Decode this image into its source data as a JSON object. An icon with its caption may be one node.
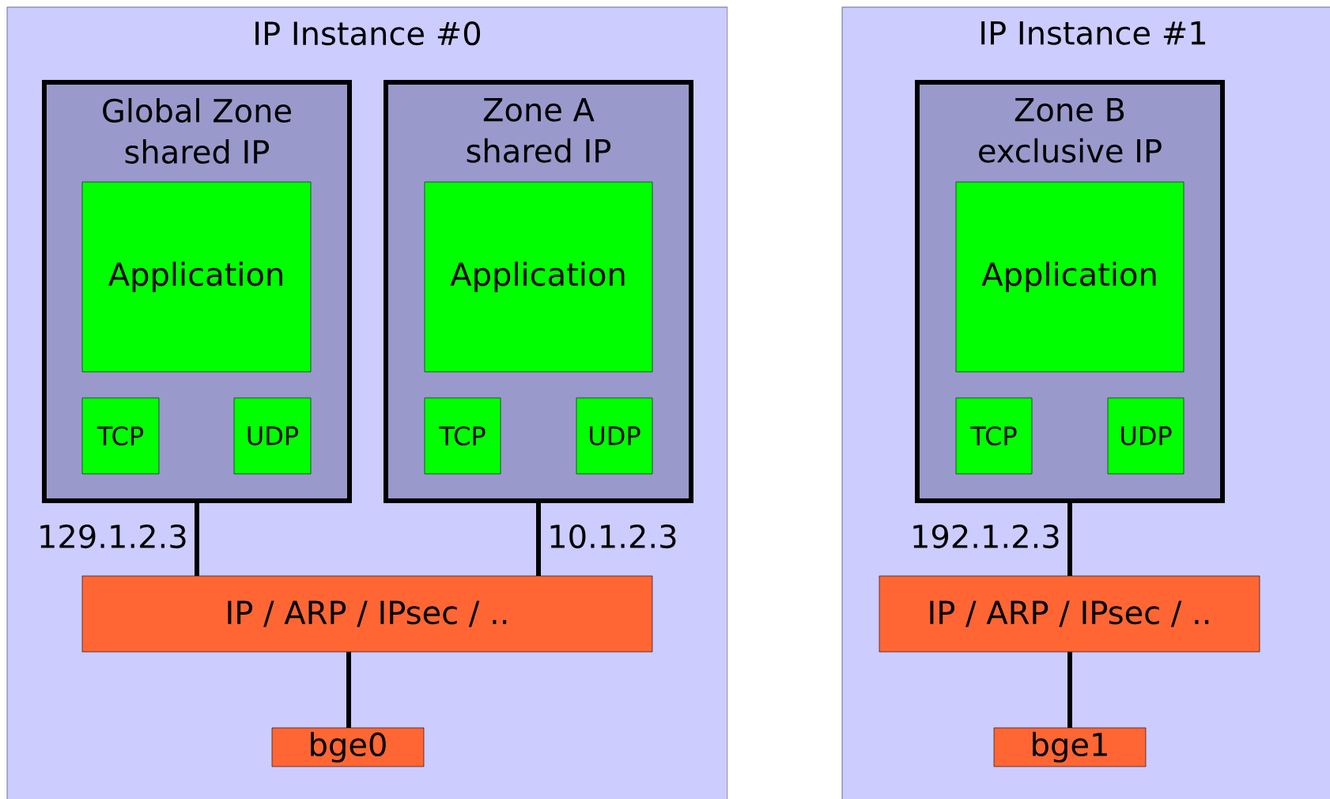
{
  "diagram": {
    "nodes": [
      {
        "text": [
          "IP Instance #0"
        ]
      },
      {
        "text": [
          "Global Zone shared IP"
        ],
        "in": 0
      },
      {
        "text": [
          "Application"
        ],
        "in": 1
      },
      {
        "text": [
          "TCP"
        ],
        "in": 1
      },
      {
        "text": [
          "UDP"
        ],
        "in": 1
      },
      {
        "text": [
          "Zone A shared IP"
        ],
        "in": 0
      },
      {
        "text": [
          "Application"
        ],
        "in": 5
      },
      {
        "text": [
          "TCP"
        ],
        "in": 5
      },
      {
        "text": [
          "UDP"
        ],
        "in": 5
      },
      {
        "text": [
          "IP / ARP / IPsec / .."
        ],
        "in": 0
      },
      {
        "text": [
          "bge0"
        ],
        "in": 0
      },
      {
        "text": [
          "IP Instance #1"
        ]
      },
      {
        "text": [
          "Zone B exclusive IP"
        ],
        "in": 11
      },
      {
        "text": [
          "Application"
        ],
        "in": 12
      },
      {
        "text": [
          "TCP"
        ],
        "in": 12
      },
      {
        "text": [
          "UDP"
        ],
        "in": 12
      },
      {
        "text": [
          "IP / ARP / IPsec / .."
        ],
        "in": 11
      },
      {
        "text": [
          "bge1"
        ],
        "in": 11
      }
    ],
    "edges": [
      {
        "from": 1,
        "to": 9,
        "arrow": "none",
        "label": "129.1.2.3"
      },
      {
        "from": 5,
        "to": 9,
        "arrow": "none",
        "label": "10.1.2.3"
      },
      {
        "from": 9,
        "to": 10,
        "arrow": "none"
      },
      {
        "from": 12,
        "to": 16,
        "arrow": "none",
        "label": "192.1.2.3"
      },
      {
        "from": 16,
        "to": 17,
        "arrow": "none"
      }
    ]
  }
}
